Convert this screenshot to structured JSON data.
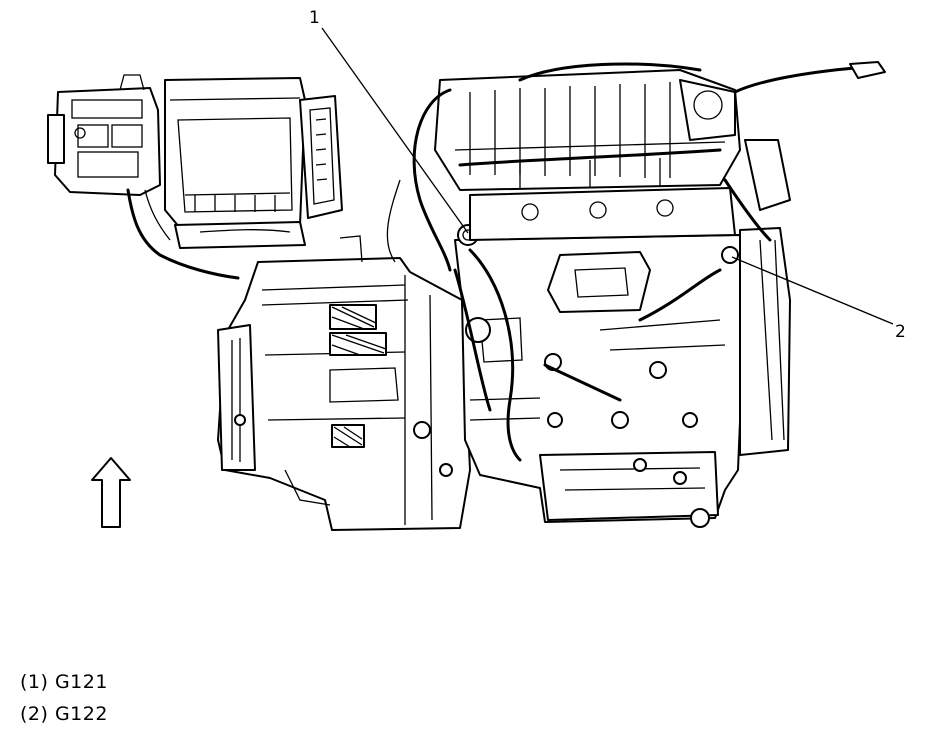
{
  "callouts": [
    {
      "number": "1",
      "label": "G121"
    },
    {
      "number": "2",
      "label": "G122"
    }
  ],
  "legend": [
    {
      "text": "(1) G121"
    },
    {
      "text": "(2) G122"
    }
  ],
  "icons": {
    "orientation": "up-arrow-icon"
  }
}
